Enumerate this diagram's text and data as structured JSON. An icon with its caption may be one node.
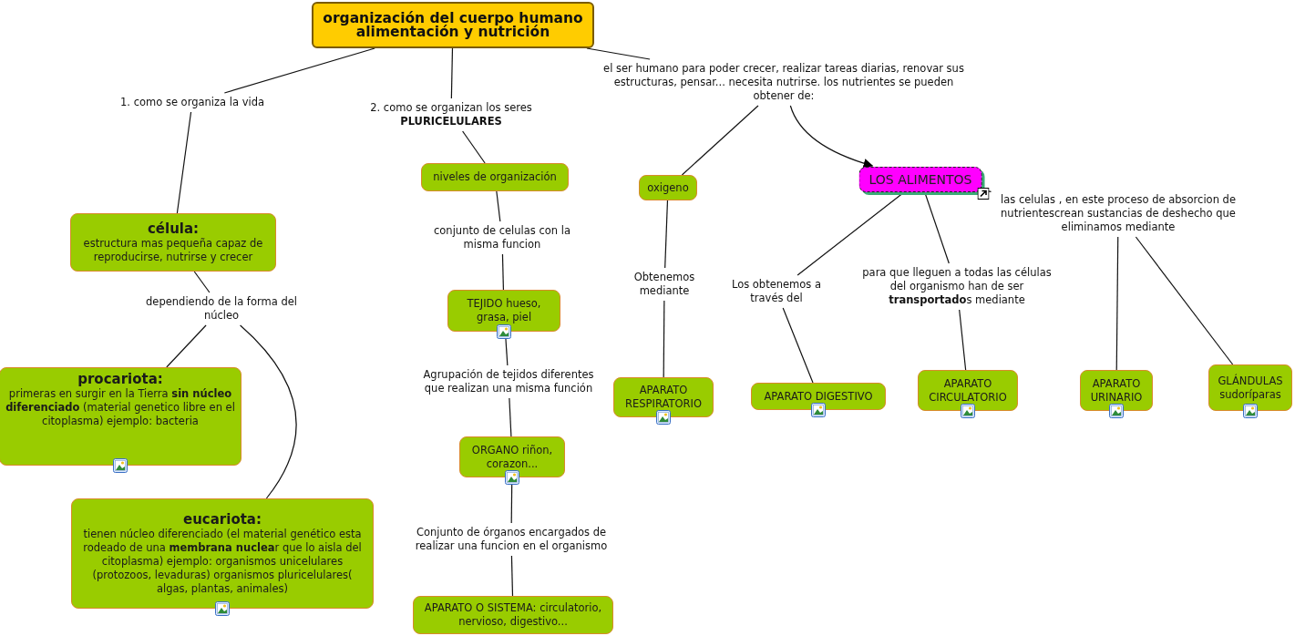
{
  "diagram": {
    "nodes": [
      {
        "text": [
          "organización del cuerpo humano alimentación y nutrición"
        ]
      },
      {
        "text": [
          "1. como se organiza la vida"
        ]
      },
      {
        "text": [
          "2. como se organizan los seres **PLURICELULARES**"
        ]
      },
      {
        "text": [
          "el ser humano para poder crecer, realizar tareas diarias, renovar sus estructuras, pensar... necesita nutrirse. los nutrientes se pueden obtener de:"
        ]
      },
      {
        "text": [
          "célula:",
          "estructura mas pequeña capaz de reproducirse, nutrirse y crecer"
        ]
      },
      {
        "text": [
          "dependiendo de la forma del núcleo"
        ]
      },
      {
        "text": [
          "procariota:",
          "primeras en surgir en la Tierra **sin núcleo diferenciado** (material genetico libre en el citoplasma) ejemplo: bacteria"
        ]
      },
      {
        "text": [
          "eucariota:",
          "tienen núcleo diferenciado (el material genético esta rodeado de una **membrana nuclea**r que lo aisla del citoplasma) ejemplo: organismos unicelulares (protozoos, levaduras) organismos pluricelulares( algas, plantas, animales)"
        ]
      },
      {
        "text": [
          "niveles de organización"
        ]
      },
      {
        "text": [
          "conjunto de celulas con la misma funcion"
        ]
      },
      {
        "text": [
          "TEJIDO hueso, grasa, piel"
        ]
      },
      {
        "text": [
          "Agrupación de tejidos diferentes que realizan una misma función"
        ]
      },
      {
        "text": [
          "ORGANO riñon, corazon..."
        ]
      },
      {
        "text": [
          "Conjunto de órganos encargados de realizar una funcion en el organismo"
        ]
      },
      {
        "text": [
          "APARATO O SISTEMA: circulatorio, nervioso, digestivo..."
        ]
      },
      {
        "text": [
          "oxigeno"
        ]
      },
      {
        "text": [
          "Obtenemos mediante"
        ]
      },
      {
        "text": [
          "APARATO RESPIRATORIO"
        ]
      },
      {
        "text": [
          "LOS ALIMENTOS"
        ]
      },
      {
        "text": [
          "Los obtenemos a través del"
        ]
      },
      {
        "text": [
          "APARATO DIGESTIVO"
        ]
      },
      {
        "text": [
          "para que lleguen a todas las células del organismo han de ser **transportado**s mediante"
        ]
      },
      {
        "text": [
          "APARATO CIRCULATORIO"
        ]
      },
      {
        "text": [
          "las celulas , en este proceso de absorcion de nutrientescrean sustancias de deshecho que eliminamos mediante"
        ]
      },
      {
        "text": [
          "APARATO URINARIO"
        ]
      },
      {
        "text": [
          "GLÁNDULAS sudoríparas"
        ]
      }
    ],
    "edges": [
      {
        "from": 0,
        "to": 1,
        "arrow": "none"
      },
      {
        "from": 1,
        "to": 4,
        "arrow": "none"
      },
      {
        "from": 0,
        "to": 2,
        "arrow": "none"
      },
      {
        "from": 2,
        "to": 8,
        "arrow": "none"
      },
      {
        "from": 0,
        "to": 3,
        "arrow": "none"
      },
      {
        "from": 3,
        "to": 15,
        "arrow": "none"
      },
      {
        "from": 3,
        "to": 18,
        "arrow": "to"
      },
      {
        "from": 4,
        "to": 5,
        "arrow": "none"
      },
      {
        "from": 5,
        "to": 6,
        "arrow": "none"
      },
      {
        "from": 5,
        "to": 7,
        "arrow": "none"
      },
      {
        "from": 8,
        "to": 9,
        "arrow": "none"
      },
      {
        "from": 9,
        "to": 10,
        "arrow": "none"
      },
      {
        "from": 10,
        "to": 11,
        "arrow": "none"
      },
      {
        "from": 11,
        "to": 12,
        "arrow": "none"
      },
      {
        "from": 12,
        "to": 13,
        "arrow": "none"
      },
      {
        "from": 13,
        "to": 14,
        "arrow": "none"
      },
      {
        "from": 15,
        "to": 16,
        "arrow": "none"
      },
      {
        "from": 16,
        "to": 17,
        "arrow": "none"
      },
      {
        "from": 18,
        "to": 19,
        "arrow": "none"
      },
      {
        "from": 19,
        "to": 20,
        "arrow": "none"
      },
      {
        "from": 18,
        "to": 21,
        "arrow": "none"
      },
      {
        "from": 21,
        "to": 22,
        "arrow": "none"
      },
      {
        "from": 18,
        "to": 23,
        "arrow": "none"
      },
      {
        "from": 23,
        "to": 24,
        "arrow": "none"
      },
      {
        "from": 23,
        "to": 25,
        "arrow": "none"
      }
    ]
  }
}
